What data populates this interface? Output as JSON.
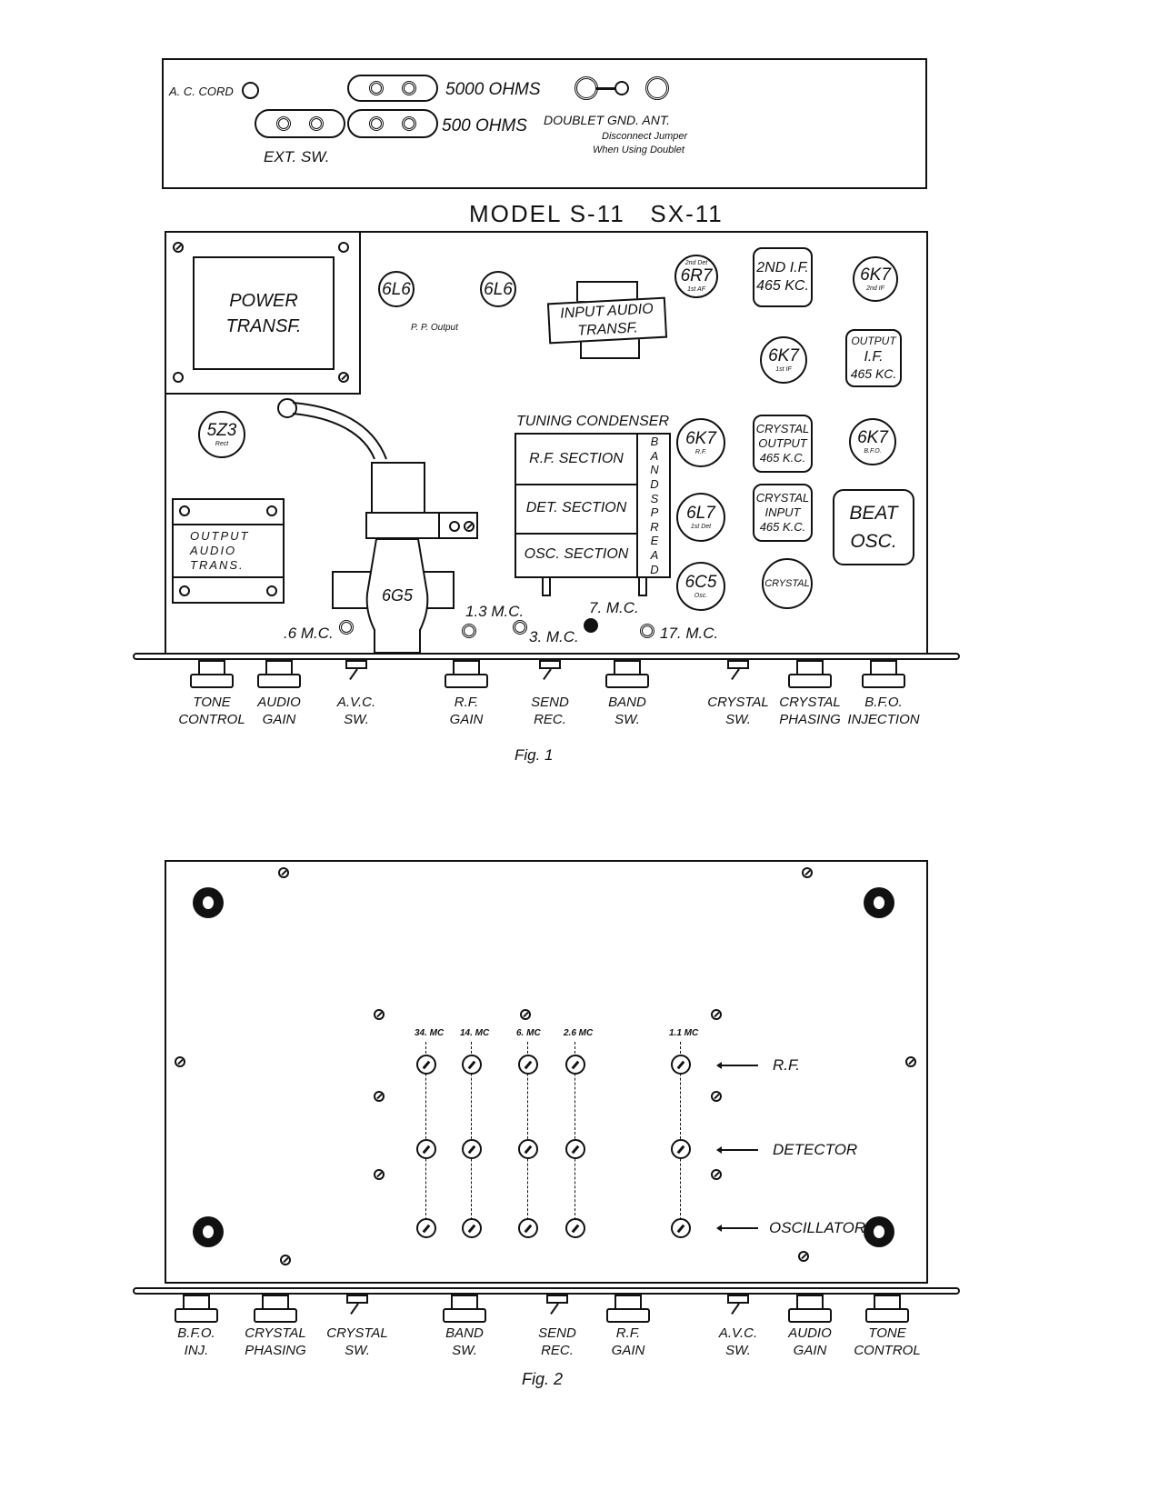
{
  "top_panel": {
    "ac_cord": "A. C. CORD",
    "ohms_5000": "5000 OHMS",
    "ohms_500": "500 OHMS",
    "ext_sw": "EXT. SW.",
    "antenna_terminals": "DOUBLET GND. ANT.",
    "note_line1": "Disconnect Jumper",
    "note_line2": "When Using Doublet"
  },
  "model_title": "MODEL S-11   SX-11",
  "fig1": {
    "caption": "Fig. 1",
    "power_transformer": [
      "POWER",
      "TRANSF."
    ],
    "pp_output": "P. P. Output",
    "input_audio_transformer": [
      "INPUT AUDIO",
      "TRANSF."
    ],
    "output_audio_transformer": [
      "OUTPUT",
      "AUDIO",
      "TRANS."
    ],
    "tuning_condenser": {
      "title": "TUNING CONDENSER",
      "sections": [
        "R.F. SECTION",
        "DET. SECTION",
        "OSC. SECTION"
      ],
      "bandspread_letters": [
        "B",
        "A",
        "N",
        "D",
        "S",
        "P",
        "R",
        "E",
        "A",
        "D"
      ]
    },
    "tubes": [
      {
        "id": "6L6-a",
        "name": "6L6",
        "sub": ""
      },
      {
        "id": "6L6-b",
        "name": "6L6",
        "sub": ""
      },
      {
        "id": "6R7",
        "name": "6R7",
        "top": "2nd Det",
        "sub": "1st AF"
      },
      {
        "id": "6K7-2if",
        "name": "6K7",
        "sub": "2nd IF"
      },
      {
        "id": "6K7-1if",
        "name": "6K7",
        "sub": "1st IF"
      },
      {
        "id": "5Z3",
        "name": "5Z3",
        "sub": "Rect"
      },
      {
        "id": "6K7-rf",
        "name": "6K7",
        "sub": "R.F."
      },
      {
        "id": "6L7",
        "name": "6L7",
        "sub": "1st Det"
      },
      {
        "id": "6C5",
        "name": "6C5",
        "sub": "Osc."
      },
      {
        "id": "6K7-bfo",
        "name": "6K7",
        "sub": "B.F.O."
      },
      {
        "id": "6G5",
        "name": "6G5",
        "sub": ""
      }
    ],
    "cans": {
      "second_if": [
        "2ND I.F.",
        "465 KC."
      ],
      "output_if": [
        "OUTPUT",
        "I.F.",
        "465 KC."
      ],
      "crystal_output": [
        "CRYSTAL",
        "OUTPUT",
        "465 K.C."
      ],
      "crystal_input": [
        "CRYSTAL",
        "INPUT",
        "465 K.C."
      ],
      "beat_osc": [
        "BEAT",
        "OSC."
      ],
      "crystal": "CRYSTAL"
    },
    "coil_trimmers": [
      ".6 M.C.",
      "1.3 M.C.",
      "3. M.C.",
      "7. M.C.",
      "17. M.C."
    ],
    "controls": [
      {
        "l1": "TONE",
        "l2": "CONTROL",
        "type": "knob"
      },
      {
        "l1": "AUDIO",
        "l2": "GAIN",
        "type": "knob"
      },
      {
        "l1": "A.V.C.",
        "l2": "SW.",
        "type": "toggle"
      },
      {
        "l1": "R.F.",
        "l2": "GAIN",
        "type": "knob"
      },
      {
        "l1": "SEND",
        "l2": "REC.",
        "type": "toggle"
      },
      {
        "l1": "BAND",
        "l2": "SW.",
        "type": "knob"
      },
      {
        "l1": "CRYSTAL",
        "l2": "SW.",
        "type": "toggle"
      },
      {
        "l1": "CRYSTAL",
        "l2": "PHASING",
        "type": "knob"
      },
      {
        "l1": "B.F.O.",
        "l2": "INJECTION",
        "type": "knob"
      }
    ]
  },
  "fig2": {
    "caption": "Fig. 2",
    "band_labels": [
      "34. MC",
      "14. MC",
      "6. MC",
      "2.6 MC",
      "1.1 MC"
    ],
    "row_labels": [
      "R.F.",
      "DETECTOR",
      "OSCILLATOR"
    ],
    "controls": [
      {
        "l1": "B.F.O.",
        "l2": "INJ.",
        "type": "knob"
      },
      {
        "l1": "CRYSTAL",
        "l2": "PHASING",
        "type": "knob"
      },
      {
        "l1": "CRYSTAL",
        "l2": "SW.",
        "type": "toggle"
      },
      {
        "l1": "BAND",
        "l2": "SW.",
        "type": "knob"
      },
      {
        "l1": "SEND",
        "l2": "REC.",
        "type": "toggle"
      },
      {
        "l1": "R.F.",
        "l2": "GAIN",
        "type": "knob"
      },
      {
        "l1": "A.V.C.",
        "l2": "SW.",
        "type": "toggle"
      },
      {
        "l1": "AUDIO",
        "l2": "GAIN",
        "type": "knob"
      },
      {
        "l1": "TONE",
        "l2": "CONTROL",
        "type": "knob"
      }
    ]
  }
}
